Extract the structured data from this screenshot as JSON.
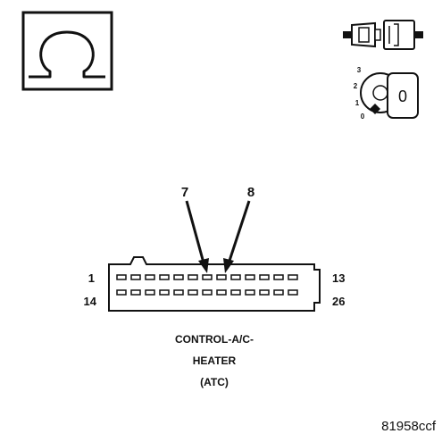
{
  "ohm_symbol": "Ω",
  "ignition_positions": [
    "3",
    "2",
    "1",
    "0"
  ],
  "ignition_key_label": "0",
  "pin_callouts": [
    "7",
    "8"
  ],
  "row_labels": {
    "top_left": "1",
    "top_right": "13",
    "bottom_left": "14",
    "bottom_right": "26"
  },
  "connector_title": [
    "CONTROL-A/C-",
    "HEATER",
    "(ATC)"
  ],
  "figure_id": "81958ccf",
  "icons": [
    "ohmmeter-icon",
    "disconnected-connector-icon",
    "ignition-off-icon"
  ]
}
